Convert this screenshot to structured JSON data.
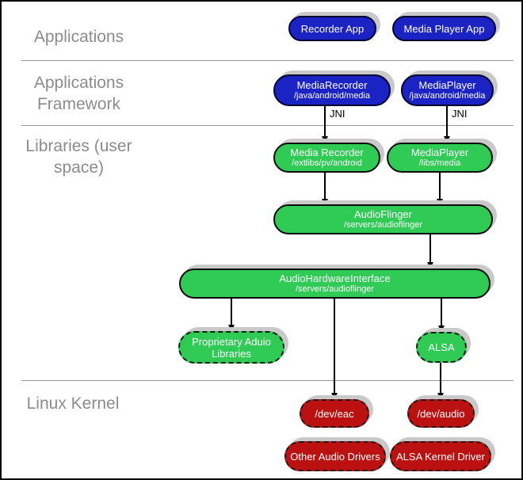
{
  "sections": [
    {
      "label": "Applications"
    },
    {
      "label": "Applications Framework"
    },
    {
      "label": "Libraries (user space)"
    },
    {
      "label": "Linux Kernel"
    }
  ],
  "labels": {
    "jni": "JNI"
  },
  "nodes": {
    "recorder_app": {
      "title": "Recorder App"
    },
    "media_player_app": {
      "title": "Media Player App"
    },
    "media_recorder_framework": {
      "title": "MediaRecorder",
      "subtitle": "/java/android/media"
    },
    "media_player_framework": {
      "title": "MediaPlayer",
      "subtitle": "/java/android/media"
    },
    "media_recorder_library": {
      "title": "Media Recorder",
      "subtitle": "/extlibs/pv/android"
    },
    "media_player_library": {
      "title": "MediaPlayer",
      "subtitle": "/libs/media"
    },
    "audio_flinger": {
      "title": "AudioFlinger",
      "subtitle": "/servers/audioflinger"
    },
    "audio_hardware_interface": {
      "title": "AudioHardwareInterface",
      "subtitle": "/servers/audioflinger"
    },
    "proprietary_audio_libraries": {
      "title": "Proprietary Aduio Libraries"
    },
    "alsa": {
      "title": "ALSA"
    },
    "dev_eac": {
      "title": "/dev/eac"
    },
    "dev_audio": {
      "title": "/dev/audio"
    },
    "other_audio_drivers": {
      "title": "Other Audio Drivers"
    },
    "alsa_kernel_driver": {
      "title": "ALSA Kernel Driver"
    }
  },
  "colors": {
    "framework_blue": "#1b23c4",
    "library_green": "#2fcb55",
    "kernel_red": "#bb1111",
    "section_label_gray": "#8c8c8c",
    "pill_shadow_gray": "#c9c9c9",
    "separator_gray": "#979797"
  }
}
